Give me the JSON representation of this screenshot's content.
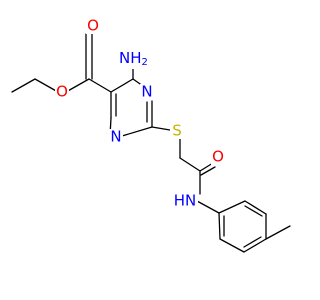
{
  "structure": {
    "atoms": [
      {
        "id": "o_carbonyl_ester",
        "label": "O",
        "color": "#ff0000"
      },
      {
        "id": "nh2",
        "label": "NH",
        "sub": "2",
        "color": "#0000ff"
      },
      {
        "id": "o_ether",
        "label": "O",
        "color": "#ff0000"
      },
      {
        "id": "n_ring_1",
        "label": "N",
        "color": "#0000ff"
      },
      {
        "id": "n_ring_2",
        "label": "N",
        "color": "#0000ff"
      },
      {
        "id": "s_thio",
        "label": "S",
        "color": "#c8b400"
      },
      {
        "id": "o_amide",
        "label": "O",
        "color": "#ff0000"
      },
      {
        "id": "nh_amide",
        "label": "HN",
        "color": "#0000ff"
      }
    ],
    "colors": {
      "bond": "#000000",
      "nitrogen": "#0000ff",
      "oxygen": "#ff0000",
      "sulfur": "#c8b400",
      "background": "#ffffff"
    }
  }
}
